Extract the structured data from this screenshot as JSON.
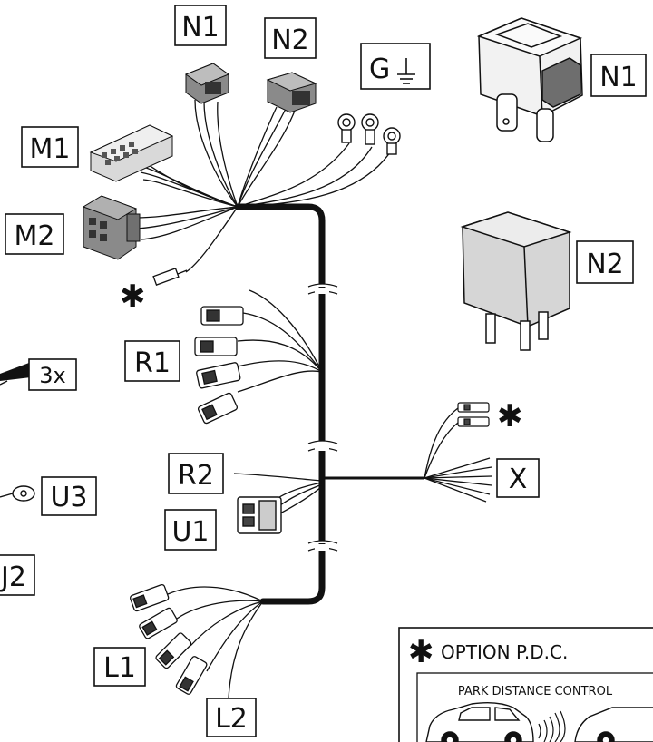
{
  "labels": {
    "n1_top": "N1",
    "n2_top": "N2",
    "g": "G",
    "n1_side": "N1",
    "m1": "M1",
    "m2": "M2",
    "n2_side": "N2",
    "three_x": "3x",
    "r1": "R1",
    "u3": "U3",
    "r2": "R2",
    "u1": "U1",
    "x": "X",
    "u2": "J2",
    "l1": "L1",
    "l2": "L2"
  },
  "symbols": {
    "asterisk": "✱"
  },
  "legend": {
    "option_text": "OPTION P.D.C.",
    "panel_title": "PARK DISTANCE CONTROL"
  },
  "colors": {
    "line": "#111111",
    "connector_fill": "#8a8a8a",
    "connector_dark": "#555555",
    "relay_fill": "#d9d9d9",
    "background": "#ffffff"
  }
}
